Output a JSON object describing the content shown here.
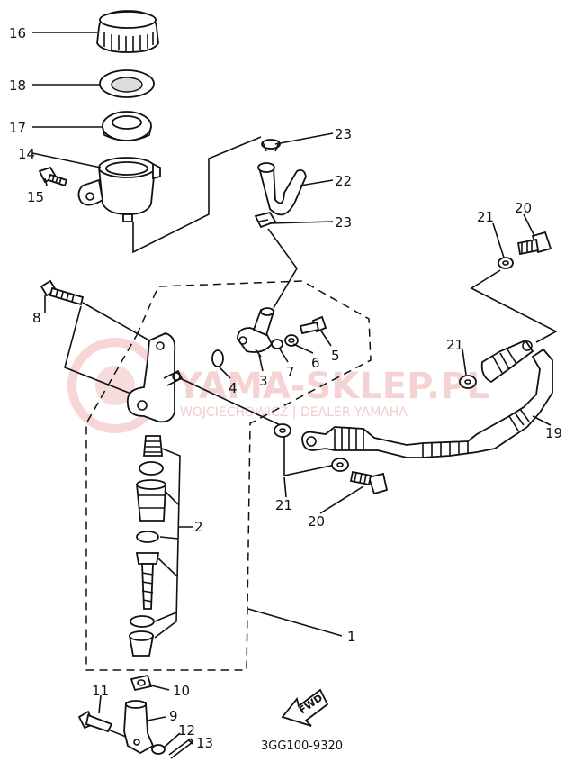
{
  "labels": {
    "p1": "1",
    "p2": "2",
    "p3": "3",
    "p4": "4",
    "p5": "5",
    "p6": "6",
    "p7": "7",
    "p8": "8",
    "p9": "9",
    "p10": "10",
    "p11": "11",
    "p12": "12",
    "p13": "13",
    "p14": "14",
    "p15": "15",
    "p16": "16",
    "p17": "17",
    "p18": "18",
    "p19": "19",
    "p20a": "20",
    "p20b": "20",
    "p21a": "21",
    "p21b": "21",
    "p21c": "21",
    "p22": "22",
    "p23a": "23",
    "p23b": "23"
  },
  "watermark": {
    "brand": "YAMA-SKLEP.PL",
    "dealer": "WOJCIECHOWICZ | DEALER YAMAHA"
  },
  "fwd_label": "FWD",
  "diagram_code": "3GG100-9320"
}
